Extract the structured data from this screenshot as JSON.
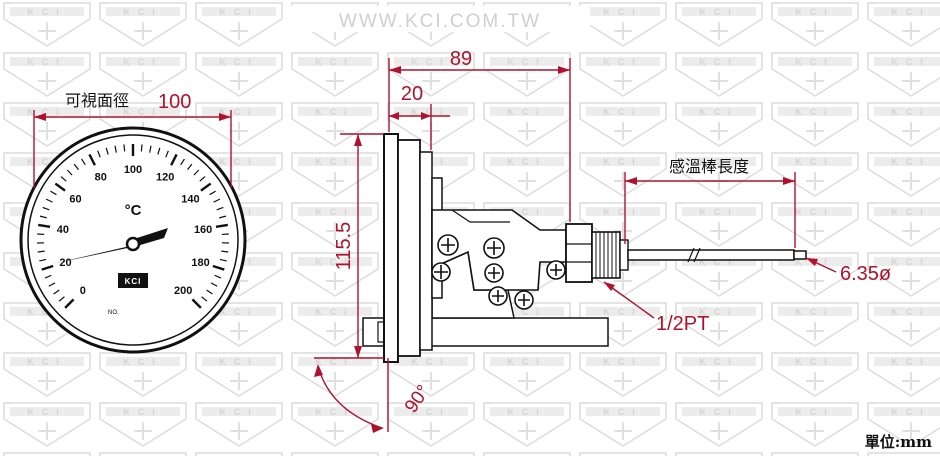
{
  "watermark": {
    "url": "WWW.KCI.COM.TW",
    "logo_text": "KCI"
  },
  "gauge": {
    "unit": "°C",
    "ticks": [
      "0",
      "20",
      "40",
      "60",
      "80",
      "100",
      "120",
      "140",
      "160",
      "180",
      "200"
    ],
    "label_no": "NO.",
    "logo": "KCI"
  },
  "dimensions": {
    "view_diameter_label": "可視面徑",
    "view_diameter": "100",
    "overall_length": "89",
    "flange_length": "20",
    "height": "115.5",
    "probe_length_label": "感溫棒長度",
    "probe_diameter": "6.35ø",
    "thread": "1/2PT",
    "angle": "90°"
  },
  "unit_note": "單位:mm",
  "colors": {
    "dimension": "#b0112c",
    "line": "#111111",
    "watermark": "#e3e3e3"
  }
}
